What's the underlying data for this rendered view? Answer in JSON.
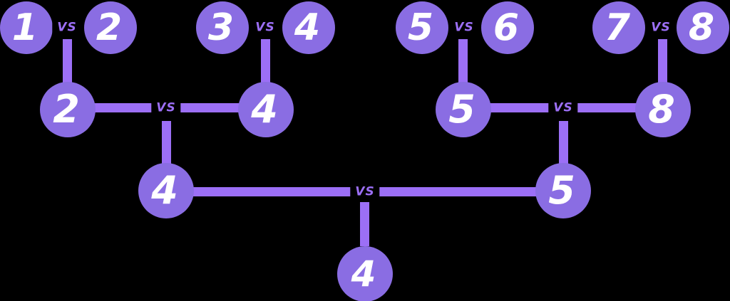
{
  "colors": {
    "background": "#000000",
    "node": "#8a6de3",
    "line": "#9c6ff6",
    "number": "#ffffff"
  },
  "vs_label": "VS",
  "bracket": {
    "round1": [
      {
        "a": "1",
        "b": "2"
      },
      {
        "a": "3",
        "b": "4"
      },
      {
        "a": "5",
        "b": "6"
      },
      {
        "a": "7",
        "b": "8"
      }
    ],
    "round2": [
      {
        "a": "2",
        "b": "4"
      },
      {
        "a": "5",
        "b": "8"
      }
    ],
    "round3": [
      {
        "a": "4",
        "b": "5"
      }
    ],
    "champion": "4"
  }
}
